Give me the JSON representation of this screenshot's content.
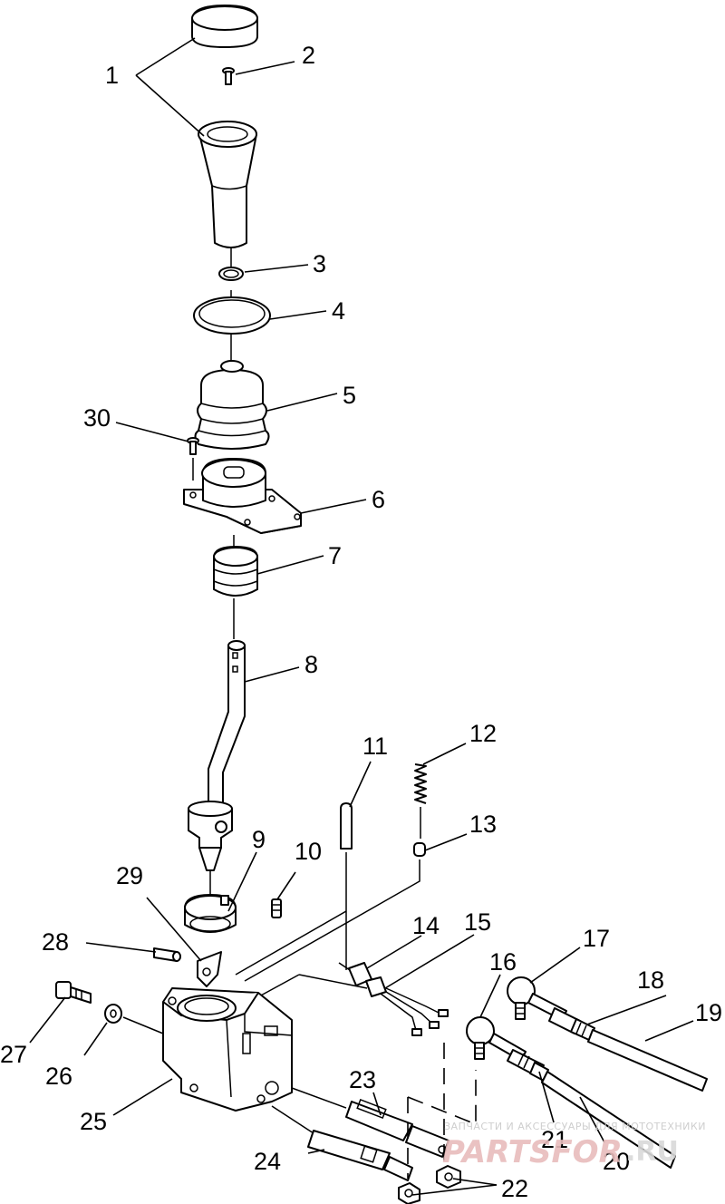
{
  "callouts": [
    {
      "id": "1",
      "text": "1"
    },
    {
      "id": "2",
      "text": "2"
    },
    {
      "id": "3",
      "text": "3"
    },
    {
      "id": "4",
      "text": "4"
    },
    {
      "id": "5",
      "text": "5"
    },
    {
      "id": "30",
      "text": "30"
    },
    {
      "id": "6",
      "text": "6"
    },
    {
      "id": "7",
      "text": "7"
    },
    {
      "id": "8",
      "text": "8"
    },
    {
      "id": "11",
      "text": "11"
    },
    {
      "id": "12",
      "text": "12"
    },
    {
      "id": "13",
      "text": "13"
    },
    {
      "id": "9",
      "text": "9"
    },
    {
      "id": "10",
      "text": "10"
    },
    {
      "id": "29",
      "text": "29"
    },
    {
      "id": "28",
      "text": "28"
    },
    {
      "id": "14",
      "text": "14"
    },
    {
      "id": "15",
      "text": "15"
    },
    {
      "id": "16",
      "text": "16"
    },
    {
      "id": "17",
      "text": "17"
    },
    {
      "id": "18",
      "text": "18"
    },
    {
      "id": "19",
      "text": "19"
    },
    {
      "id": "27",
      "text": "27"
    },
    {
      "id": "26",
      "text": "26"
    },
    {
      "id": "25",
      "text": "25"
    },
    {
      "id": "23",
      "text": "23"
    },
    {
      "id": "24",
      "text": "24"
    },
    {
      "id": "21",
      "text": "21"
    },
    {
      "id": "20",
      "text": "20"
    },
    {
      "id": "22",
      "text": "22"
    }
  ],
  "watermark": {
    "subtitle": "ЗАПЧАСТИ И АКСЕССУАРЫ ДЛЯ МОТОТЕХНИКИ",
    "brand": "PARTSFOR",
    "domain": ".RU",
    "color": "#e8bcbc"
  }
}
